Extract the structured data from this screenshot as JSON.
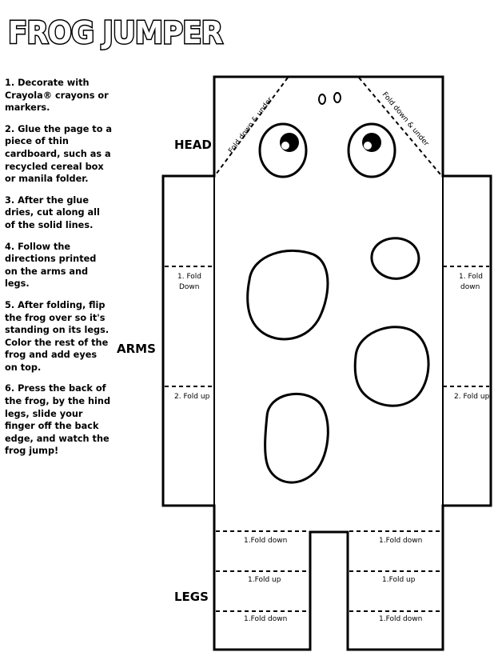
{
  "title": "FROG JUMPER",
  "instructions": [
    "1. Decorate with Crayola® crayons or markers.",
    "2. Glue the page to a piece of thin cardboard, such as a recycled cereal box or manila folder.",
    "3. After the glue dries, cut along all of the solid lines.",
    "4. Follow the directions printed on the arms and legs.",
    "5. After folding, flip the frog over so it's standing on its legs. Color the rest of the frog and add eyes on top.",
    "6. Press the back of the frog, by the hind legs, slide your finger off the back edge, and watch the frog jump!"
  ],
  "section_labels": {
    "head": "HEAD",
    "arms": "ARMS",
    "legs": "LEGS"
  },
  "fold_labels": {
    "head_left": "Fold down & under",
    "head_right": "Fold down & under",
    "arm_left_1_line1": "1. Fold",
    "arm_left_1_line2": "Down",
    "arm_right_1_line1": "1. Fold",
    "arm_right_1_line2": "down",
    "arm_left_2": "2. Fold up",
    "arm_right_2": "2. Fold up",
    "leg_left_1": "1.Fold down",
    "leg_right_1": "1.Fold down",
    "leg_left_2": "1.Fold up",
    "leg_right_2": "1.Fold up",
    "leg_left_3": "1.Fold down",
    "leg_right_3": "1.Fold down"
  }
}
